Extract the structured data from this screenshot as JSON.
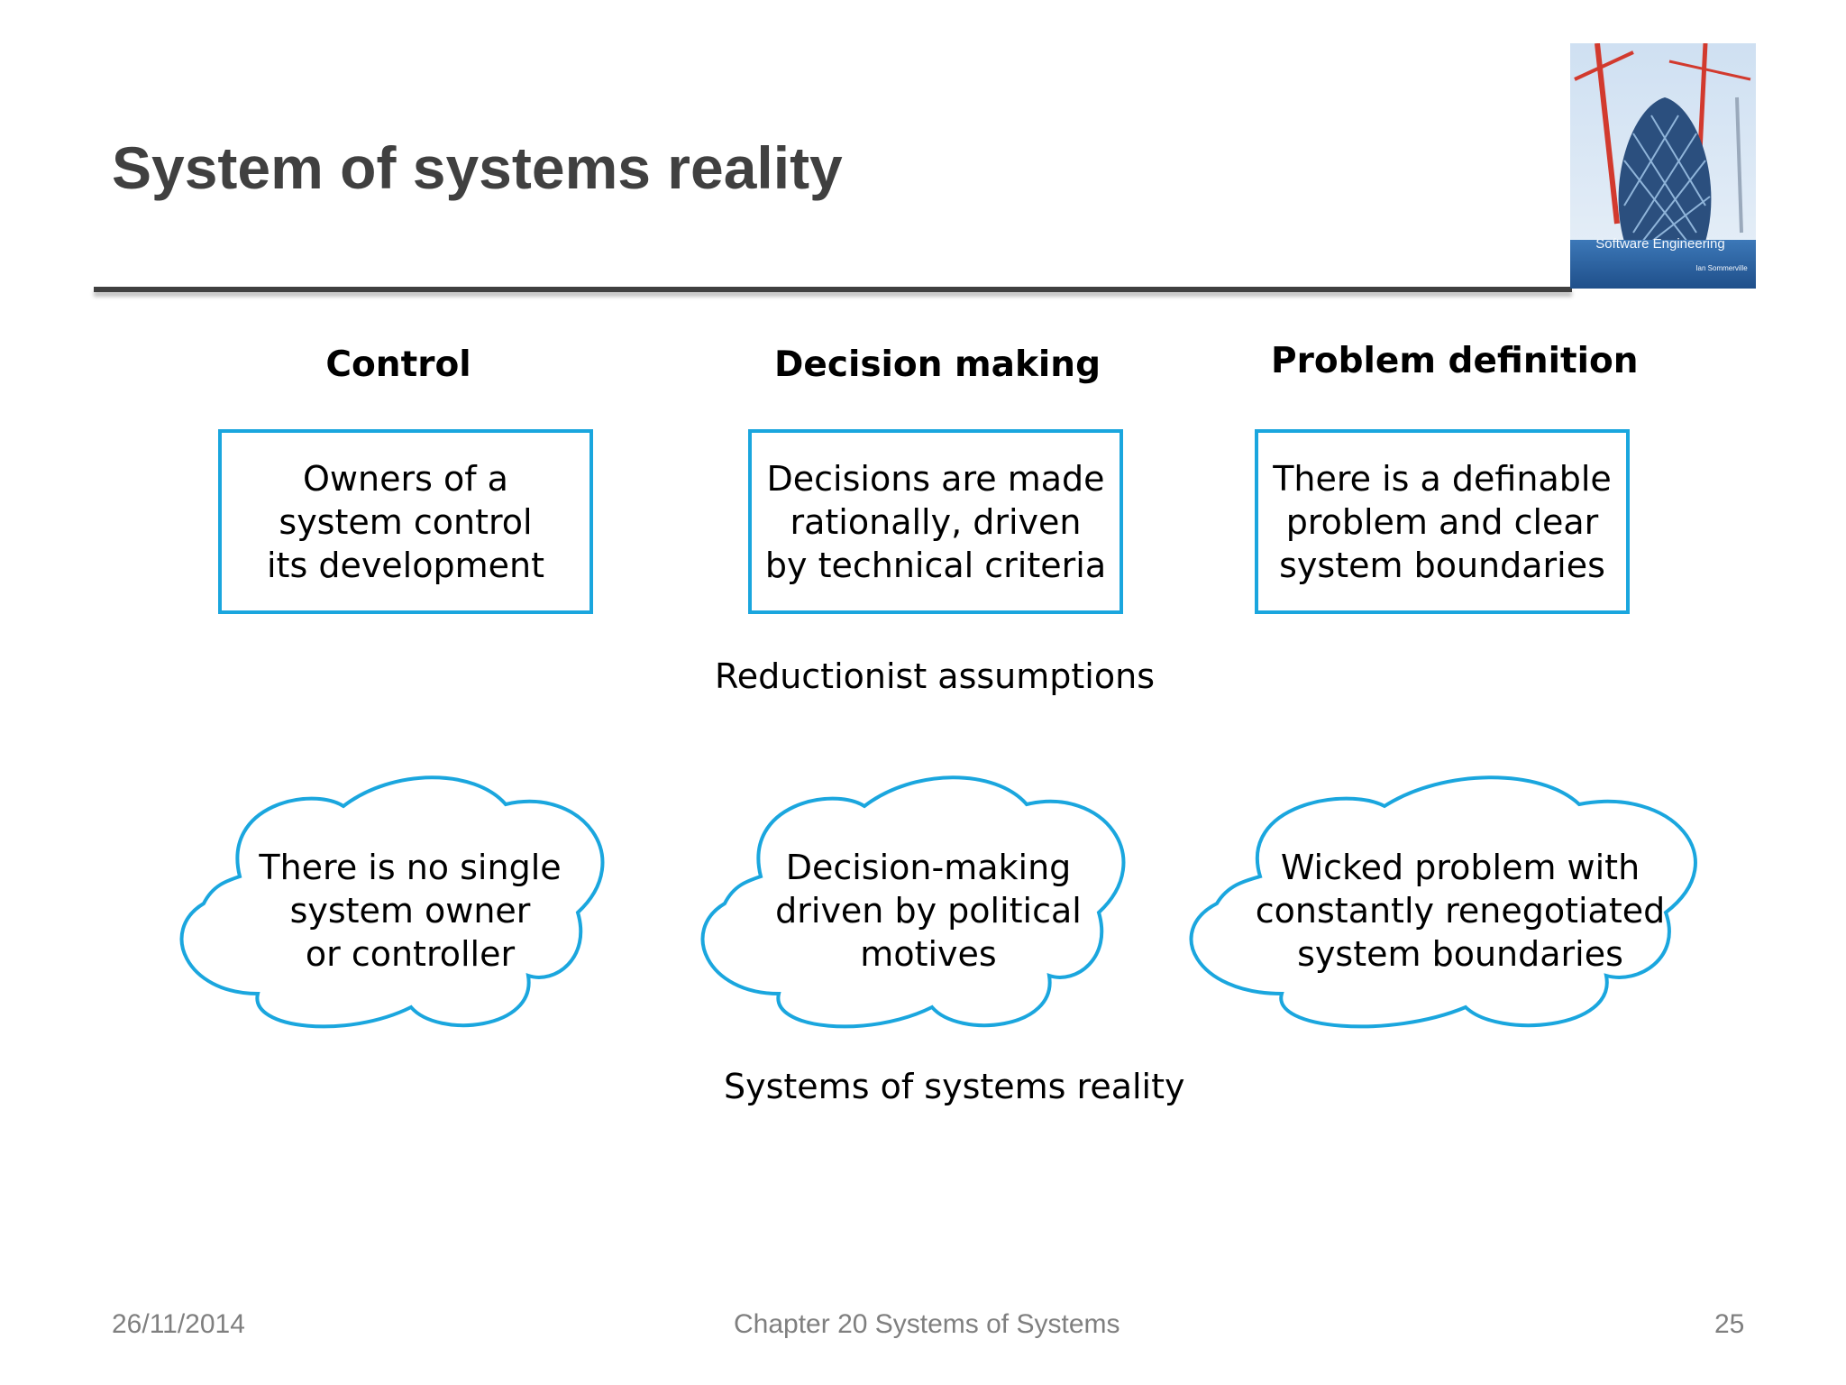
{
  "slide": {
    "title": "System of systems reality"
  },
  "cover": {
    "title_text": "Software Engineering",
    "author_text": "Ian Sommerville"
  },
  "columns": [
    {
      "heading": "Control",
      "assumption": "Owners of a\nsystem control\nits development",
      "reality": "There is no single\nsystem owner\nor controller"
    },
    {
      "heading": "Decision making",
      "assumption": "Decisions are made\nrationally, driven\nby technical criteria",
      "reality": "Decision-making\ndriven by political\nmotives"
    },
    {
      "heading": "Problem definition",
      "assumption": "There is a definable\nproblem and clear\nsystem boundaries",
      "reality": "Wicked problem with\nconstantly renegotiated\nsystem boundaries"
    }
  ],
  "labels": {
    "reductionist": "Reductionist assumptions",
    "reality": "Systems of systems reality"
  },
  "footer": {
    "date": "26/11/2014",
    "chapter": "Chapter 20 Systems of Systems",
    "page": "25"
  },
  "colors": {
    "accent": "#1aa6de",
    "title": "#404040",
    "footer": "#7f7f7f"
  }
}
